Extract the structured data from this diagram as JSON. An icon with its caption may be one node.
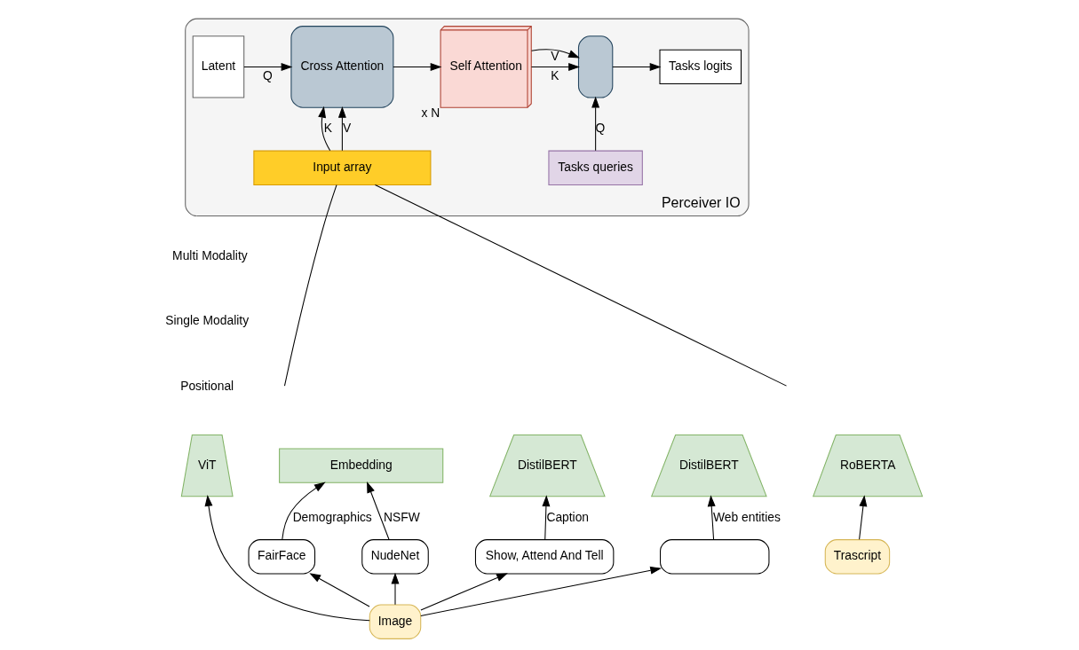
{
  "diagram": {
    "nodes": [
      {
        "text": [
          "Perceiver IO"
        ]
      },
      {
        "text": [
          "Latent"
        ],
        "in": 0
      },
      {
        "text": [
          "Cross Attention"
        ],
        "in": 0
      },
      {
        "text": [
          "Self Attention"
        ],
        "beside": [
          "x N"
        ],
        "in": 0
      },
      {
        "text": [],
        "shape": "box",
        "in": 0
      },
      {
        "text": [
          "Tasks logits"
        ],
        "in": 0
      },
      {
        "text": [
          "Tasks queries"
        ],
        "in": 0
      },
      {
        "text": [
          "Input array"
        ],
        "in": 0
      },
      {
        "text": [
          "ViT"
        ]
      },
      {
        "text": [
          "Embedding"
        ]
      },
      {
        "text": [
          "DistilBERT"
        ]
      },
      {
        "text": [
          "DistilBERT"
        ]
      },
      {
        "text": [
          "RoBERTA"
        ]
      },
      {
        "text": [
          "Trascript"
        ]
      },
      {
        "text": [
          "FairFace"
        ]
      },
      {
        "text": [
          "NudeNet"
        ]
      },
      {
        "text": [
          "Show, Attend And Tell"
        ]
      },
      {
        "text": [],
        "shape": "box"
      },
      {
        "text": [
          "Image"
        ]
      }
    ],
    "edges": [
      {
        "from": 1,
        "to": 2,
        "arrow": "to",
        "label": "Q"
      },
      {
        "from": 7,
        "to": 2,
        "arrow": "to",
        "label": "K"
      },
      {
        "from": 7,
        "to": 2,
        "arrow": "to",
        "label": "V"
      },
      {
        "from": 2,
        "to": 3,
        "arrow": "to"
      },
      {
        "from": 3,
        "to": 4,
        "arrow": "to",
        "label": "K"
      },
      {
        "from": 3,
        "to": 4,
        "arrow": "to",
        "label": "V"
      },
      {
        "from": 6,
        "to": 4,
        "arrow": "to",
        "label": "Q"
      },
      {
        "from": 4,
        "to": 5,
        "arrow": "to"
      },
      {
        "from": 7,
        "to": null,
        "arrow": "none"
      },
      {
        "from": 7,
        "to": null,
        "arrow": "none"
      },
      {
        "from": 18,
        "to": 8,
        "arrow": "to"
      },
      {
        "from": 14,
        "to": 9,
        "arrow": "to",
        "label": "Demographics"
      },
      {
        "from": 15,
        "to": 9,
        "arrow": "to",
        "label": "NSFW"
      },
      {
        "from": 16,
        "to": 10,
        "arrow": "to",
        "label": "Caption"
      },
      {
        "from": 17,
        "to": 11,
        "arrow": "to",
        "label": "Web entities"
      },
      {
        "from": 13,
        "to": 12,
        "arrow": "to"
      },
      {
        "from": 18,
        "to": 14,
        "arrow": "to"
      },
      {
        "from": 18,
        "to": 15,
        "arrow": "to"
      },
      {
        "from": 18,
        "to": 16,
        "arrow": "to"
      },
      {
        "from": 18,
        "to": 17,
        "arrow": "to"
      }
    ],
    "labels": [
      "Multi Modality",
      "Single Modality",
      "Positional"
    ]
  }
}
